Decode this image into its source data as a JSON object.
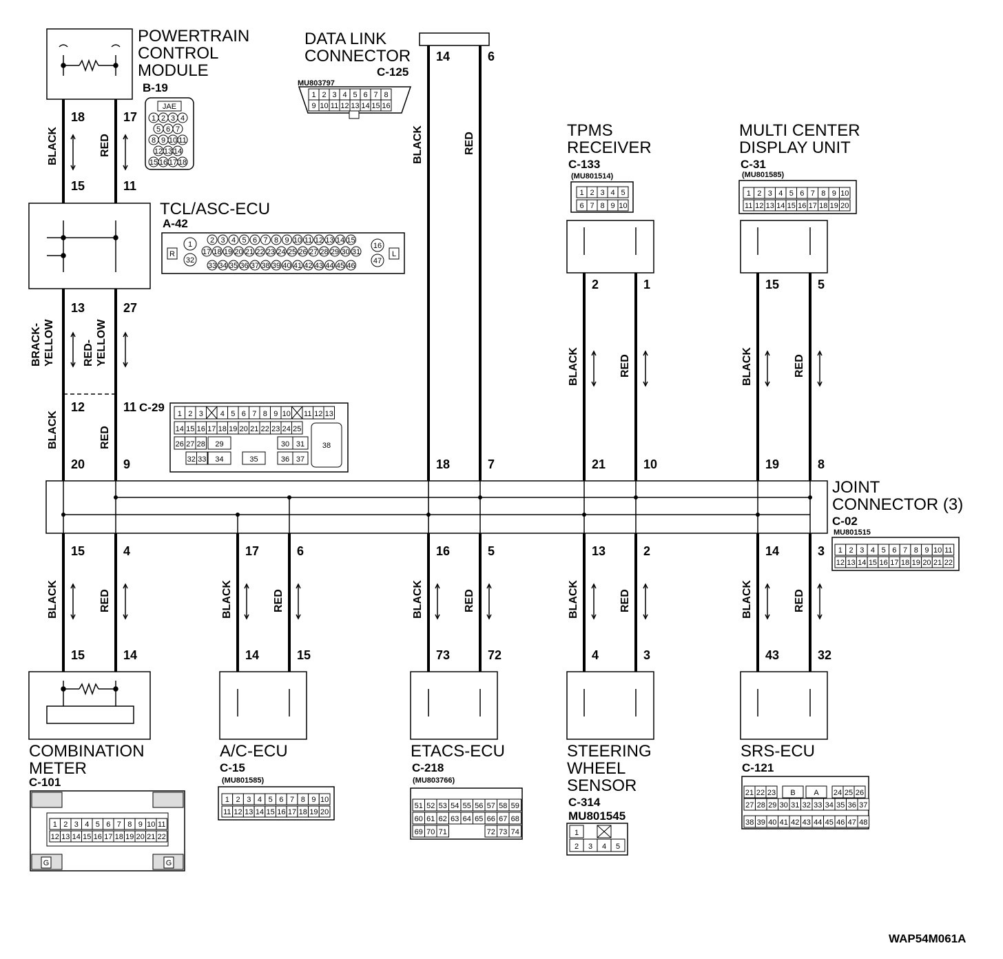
{
  "diagram_code": "WAP54M061A",
  "components": {
    "pcm": {
      "name": [
        "POWERTRAIN",
        "CONTROL",
        "MODULE"
      ],
      "connector": "B-19",
      "conn_maker": "JAE"
    },
    "dlc": {
      "name": [
        "DATA LINK",
        "CONNECTOR"
      ],
      "connector": "C-125",
      "part_no": "MU803797"
    },
    "tcl": {
      "name": [
        "TCL/ASC-ECU"
      ],
      "connector": "A-42"
    },
    "tpms": {
      "name": [
        "TPMS",
        "RECEIVER"
      ],
      "connector": "C-133",
      "part_no": "(MU801514)"
    },
    "mcdu": {
      "name": [
        "MULTI CENTER",
        "DISPLAY UNIT"
      ],
      "connector": "C-31",
      "part_no": "(MU801585)"
    },
    "jc": {
      "name": [
        "JOINT",
        "CONNECTOR (3)"
      ],
      "connector": "C-02",
      "part_no": "MU801515"
    },
    "c29": {
      "connector": "C-29"
    },
    "meter": {
      "name": [
        "COMBINATION",
        "METER"
      ],
      "connector": "C-101"
    },
    "ac": {
      "name": [
        "A/C-ECU"
      ],
      "connector": "C-15",
      "part_no": "(MU801585)"
    },
    "etacs": {
      "name": [
        "ETACS-ECU"
      ],
      "connector": "C-218",
      "part_no": "(MU803766)"
    },
    "sws": {
      "name": [
        "STEERING",
        "WHEEL",
        "SENSOR"
      ],
      "connector": "C-314",
      "part_no": "MU801545"
    },
    "srs": {
      "name": [
        "SRS-ECU"
      ],
      "connector": "C-121"
    }
  },
  "wire_colors": {
    "black": "BLACK",
    "red": "RED",
    "black_yellow": [
      "BRACK-",
      "YELLOW"
    ],
    "red_yellow": [
      "RED-",
      "YELLOW"
    ]
  },
  "pins": {
    "pcm": [
      "18",
      "17"
    ],
    "tcl_top": [
      "15",
      "11"
    ],
    "tcl_bottom": [
      "13",
      "27"
    ],
    "c29_top": [
      "12",
      "11"
    ],
    "c29_bottom": [
      "20",
      "9"
    ],
    "dlc": [
      "14",
      "6"
    ],
    "dlc_jc": [
      "18",
      "7"
    ],
    "tpms": [
      "2",
      "1"
    ],
    "tpms_jc": [
      "21",
      "10"
    ],
    "mcdu": [
      "15",
      "5"
    ],
    "mcdu_jc": [
      "19",
      "8"
    ],
    "jc_out_meter": [
      "15",
      "4"
    ],
    "jc_out_ac": [
      "17",
      "6"
    ],
    "jc_out_etacs": [
      "16",
      "5"
    ],
    "jc_out_sws": [
      "13",
      "2"
    ],
    "jc_out_srs": [
      "14",
      "3"
    ],
    "meter": [
      "15",
      "14"
    ],
    "ac": [
      "14",
      "15"
    ],
    "etacs": [
      "73",
      "72"
    ],
    "sws": [
      "4",
      "3"
    ],
    "srs": [
      "43",
      "32"
    ]
  },
  "connector_faces": {
    "b19_rows": [
      [
        "1",
        "2",
        "3",
        "4"
      ],
      [
        "5",
        "6",
        "7"
      ],
      [
        "8",
        "9",
        "10",
        "11"
      ],
      [
        "12",
        "13",
        "14"
      ],
      [
        "15",
        "16",
        "17",
        "18"
      ]
    ],
    "dlc_rows": [
      [
        "1",
        "2",
        "3",
        "4",
        "5",
        "6",
        "7",
        "8"
      ],
      [
        "9",
        "10",
        "11",
        "12",
        "13",
        "14",
        "15",
        "16"
      ]
    ],
    "a42_rows": [
      [
        "2",
        "3",
        "4",
        "5",
        "6",
        "7",
        "8",
        "9",
        "10",
        "11",
        "12",
        "13",
        "14",
        "15"
      ],
      [
        "17",
        "18",
        "19",
        "20",
        "21",
        "22",
        "23",
        "24",
        "25",
        "26",
        "27",
        "28",
        "29",
        "30",
        "31"
      ],
      [
        "33",
        "34",
        "35",
        "36",
        "37",
        "38",
        "39",
        "40",
        "41",
        "42",
        "43",
        "44",
        "45",
        "46"
      ]
    ],
    "a42_side_left": [
      "R",
      "1",
      "32"
    ],
    "a42_side_right": [
      "16",
      "47",
      "L"
    ],
    "ten_pin_rows": [
      [
        "1",
        "2",
        "3",
        "4",
        "5"
      ],
      [
        "6",
        "7",
        "8",
        "9",
        "10"
      ]
    ],
    "twenty_pin_rows": [
      [
        "1",
        "2",
        "3",
        "4",
        "5",
        "6",
        "7",
        "8",
        "9",
        "10"
      ],
      [
        "11",
        "12",
        "13",
        "14",
        "15",
        "16",
        "17",
        "18",
        "19",
        "20"
      ]
    ],
    "twentytwo_pin_rows": [
      [
        "1",
        "2",
        "3",
        "4",
        "5",
        "6",
        "7",
        "8",
        "9",
        "10",
        "11"
      ],
      [
        "12",
        "13",
        "14",
        "15",
        "16",
        "17",
        "18",
        "19",
        "20",
        "21",
        "22"
      ]
    ],
    "c29_rows": [
      [
        "1",
        "2",
        "3",
        "X",
        "4",
        "5",
        "6",
        "7",
        "8",
        "9",
        "10",
        "X",
        "11",
        "12",
        "13"
      ],
      [
        "14",
        "15",
        "16",
        "17",
        "18",
        "19",
        "20",
        "21",
        "22",
        "23",
        "24",
        "25"
      ],
      [
        "26",
        "27",
        "28",
        "29",
        "30",
        "31"
      ],
      [
        "32",
        "33",
        "34",
        "35",
        "36",
        "37"
      ]
    ],
    "c29_big": "38",
    "c218_rows": [
      [
        "51",
        "52",
        "53",
        "54",
        "55",
        "56",
        "57",
        "58",
        "59"
      ],
      [
        "60",
        "61",
        "62",
        "63",
        "64",
        "65",
        "66",
        "67",
        "68"
      ],
      [
        "69",
        "70",
        "71",
        "",
        "",
        "",
        "72",
        "73",
        "74"
      ]
    ],
    "c314_rows": [
      [
        "1",
        "",
        "X"
      ],
      [
        "2",
        "3",
        "4",
        "5"
      ]
    ],
    "c121_rows": [
      [
        "21",
        "22",
        "23",
        "B",
        "A",
        "24",
        "25",
        "26"
      ],
      [
        "27",
        "28",
        "29",
        "30",
        "31",
        "32",
        "33",
        "34",
        "35",
        "36",
        "37"
      ],
      [
        "38",
        "39",
        "40",
        "41",
        "42",
        "43",
        "44",
        "45",
        "46",
        "47",
        "48"
      ]
    ],
    "meter_ground": "G"
  }
}
